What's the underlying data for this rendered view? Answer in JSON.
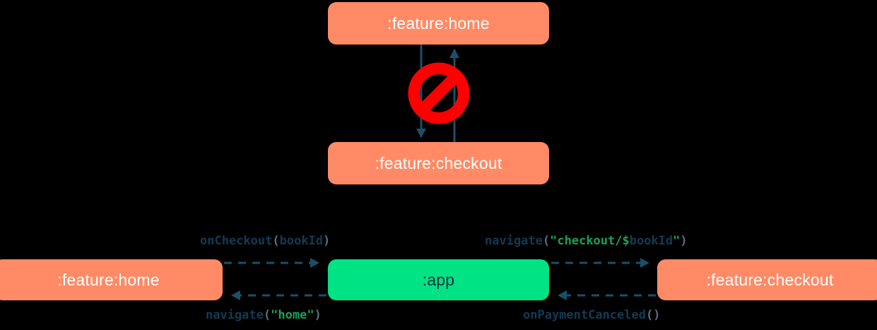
{
  "diagram": {
    "title": "module navigation diagram",
    "colors": {
      "background": "#000000",
      "feature_module": "#FF8A65",
      "app_module": "#00E384",
      "connector": "#1D4F68",
      "forbidden": "#FF0000",
      "label_function": "#123B54",
      "label_string": "#19A05B",
      "label_punctuation": "#5A6F7B"
    },
    "top_section": {
      "nodes": [
        {
          "id": "home-top",
          "label": ":feature:home",
          "kind": "feature"
        },
        {
          "id": "checkout-top",
          "label": ":feature:checkout",
          "kind": "feature"
        }
      ],
      "edges": [
        {
          "from": "home-top",
          "to": "checkout-top",
          "style": "solid",
          "direction": "down"
        },
        {
          "from": "checkout-top",
          "to": "home-top",
          "style": "solid",
          "direction": "up"
        }
      ],
      "badge": {
        "name": "forbidden-icon",
        "meaning": "not allowed"
      }
    },
    "bottom_section": {
      "nodes": [
        {
          "id": "home-bottom",
          "label": ":feature:home",
          "kind": "feature"
        },
        {
          "id": "app",
          "label": ":app",
          "kind": "app"
        },
        {
          "id": "checkout-bottom",
          "label": ":feature:checkout",
          "kind": "feature"
        }
      ],
      "edges": [
        {
          "id": "home-to-app",
          "from": "home-bottom",
          "to": "app",
          "style": "dashed",
          "direction": "right",
          "label": "onCheckout(bookId)",
          "tokens": [
            {
              "text": "onCheckout",
              "type": "fn"
            },
            {
              "text": "(",
              "type": "punct"
            },
            {
              "text": "bookId",
              "type": "var"
            },
            {
              "text": ")",
              "type": "punct"
            }
          ]
        },
        {
          "id": "app-to-home",
          "from": "app",
          "to": "home-bottom",
          "style": "dashed",
          "direction": "left",
          "label": "navigate(\"home\")",
          "tokens": [
            {
              "text": "navigate",
              "type": "fn"
            },
            {
              "text": "(",
              "type": "punct"
            },
            {
              "text": "\"home\"",
              "type": "str"
            },
            {
              "text": ")",
              "type": "punct"
            }
          ]
        },
        {
          "id": "app-to-checkout",
          "from": "app",
          "to": "checkout-bottom",
          "style": "dashed",
          "direction": "right",
          "label": "navigate(\"checkout/$bookId\")",
          "tokens": [
            {
              "text": "navigate",
              "type": "fn"
            },
            {
              "text": "(",
              "type": "punct"
            },
            {
              "text": "\"checkout/$",
              "type": "str"
            },
            {
              "text": "bookId",
              "type": "var"
            },
            {
              "text": "\"",
              "type": "str"
            },
            {
              "text": ")",
              "type": "punct"
            }
          ]
        },
        {
          "id": "checkout-to-app",
          "from": "checkout-bottom",
          "to": "app",
          "style": "dashed",
          "direction": "left",
          "label": "onPaymentCanceled()",
          "tokens": [
            {
              "text": "onPaymentCanceled",
              "type": "fn"
            },
            {
              "text": "(",
              "type": "punct"
            },
            {
              "text": ")",
              "type": "punct"
            }
          ]
        }
      ]
    }
  }
}
